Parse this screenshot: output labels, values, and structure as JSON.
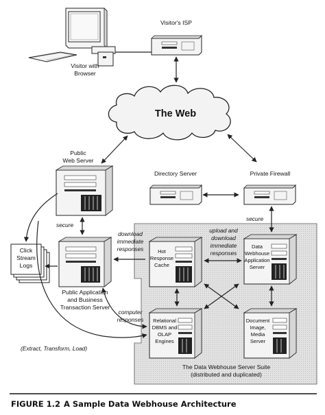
{
  "labels": {
    "visitor": [
      "Visitor with",
      "Browser"
    ],
    "isp": "Visitor's ISP",
    "web": "The Web",
    "public_web_server": [
      "Public",
      "Web Server"
    ],
    "directory_server": "Directory Server",
    "private_firewall": "Private Firewall",
    "click_stream": [
      "Click",
      "Stream",
      "Logs"
    ],
    "secure_left": "secure",
    "secure_right": "secure",
    "download_immediate": [
      "download",
      "immediate",
      "responses"
    ],
    "upload_download": [
      "upload and",
      "download",
      "immediate",
      "responses"
    ],
    "hot_cache": [
      "Hot",
      "Response",
      "Cache"
    ],
    "dw_app_server": [
      "Data",
      "Webhouse",
      "Application",
      "Server"
    ],
    "public_app": [
      "Public Application",
      "and Business",
      "Transaction Server"
    ],
    "computer_responses": [
      "computer",
      "responses"
    ],
    "relational": [
      "Relational",
      "DBMS and",
      "OLAP",
      "Engines"
    ],
    "doc_server": [
      "Document",
      "Image,",
      "Media",
      "Server"
    ],
    "etl": "(Extract, Transform, Load)",
    "suite": [
      "The Data Webhouse Server Suite",
      "(distributed and duplicated)"
    ]
  },
  "caption": {
    "number": "FIGURE 1.2",
    "title": "A Sample Data Webhouse Architecture"
  }
}
